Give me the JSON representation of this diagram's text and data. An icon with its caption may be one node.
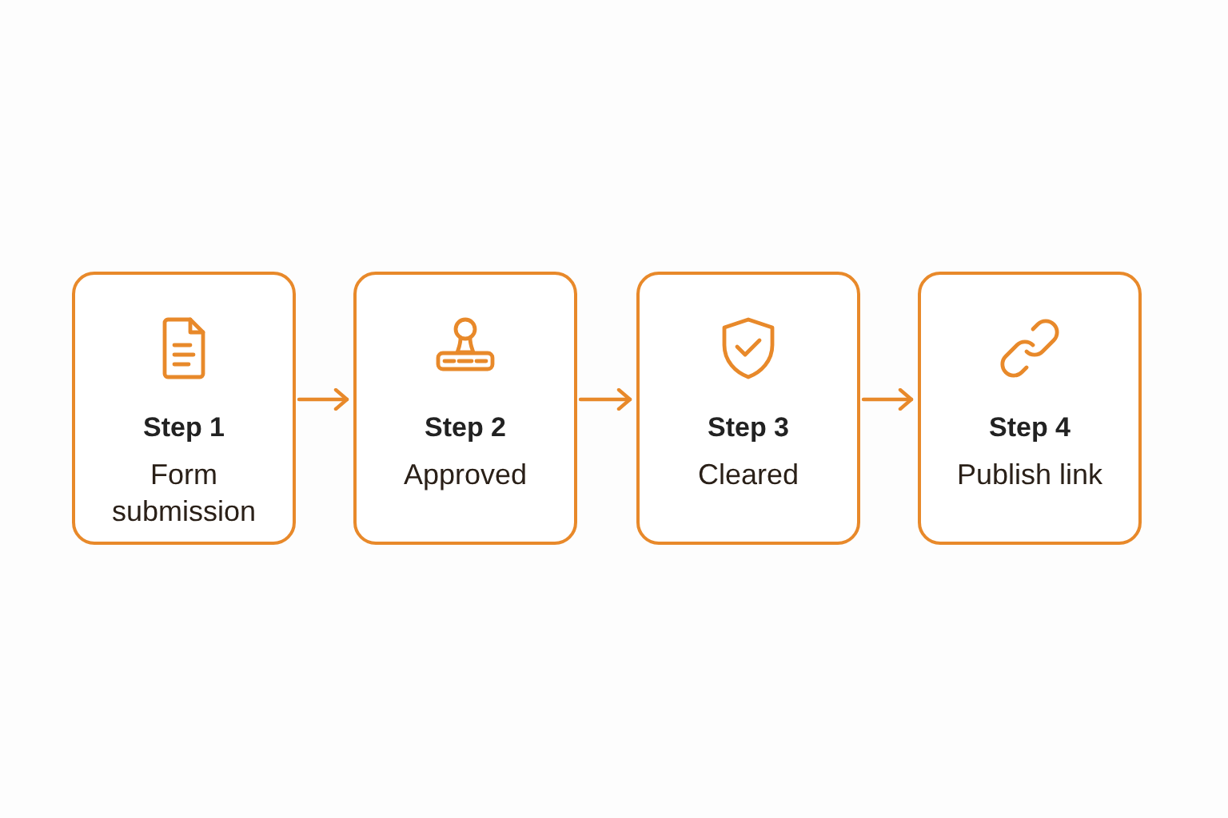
{
  "diagram": {
    "nodes": [
      {
        "text": [
          "Step 1",
          "Form submission"
        ]
      },
      {
        "text": [
          "Step 2",
          "Approved"
        ]
      },
      {
        "text": [
          "Step 3",
          "Cleared"
        ]
      },
      {
        "text": [
          "Step 4",
          "Publish link"
        ]
      }
    ],
    "edges": [
      {
        "from": 0,
        "to": 1,
        "arrow": "to"
      },
      {
        "from": 1,
        "to": 2,
        "arrow": "to"
      },
      {
        "from": 2,
        "to": 3,
        "arrow": "to"
      }
    ]
  }
}
